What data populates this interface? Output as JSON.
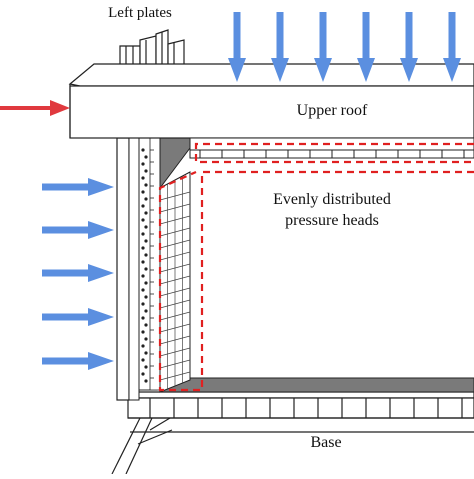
{
  "labels": {
    "left_plates": "Left plates",
    "upper_roof": "Upper roof",
    "pressure_line1": "Evenly distributed",
    "pressure_line2": "pressure heads",
    "base": "Base"
  },
  "colors": {
    "blue_arrow": "#5B8FE0",
    "red_arrow": "#E0393E",
    "dashed_outline": "#E02020",
    "shaded_panel": "#7A7A7A",
    "line": "#222222"
  },
  "icons": {
    "top_arrows": "arrow-down-icon",
    "side_arrows": "arrow-right-icon",
    "roof_arrow": "arrow-right-icon"
  }
}
